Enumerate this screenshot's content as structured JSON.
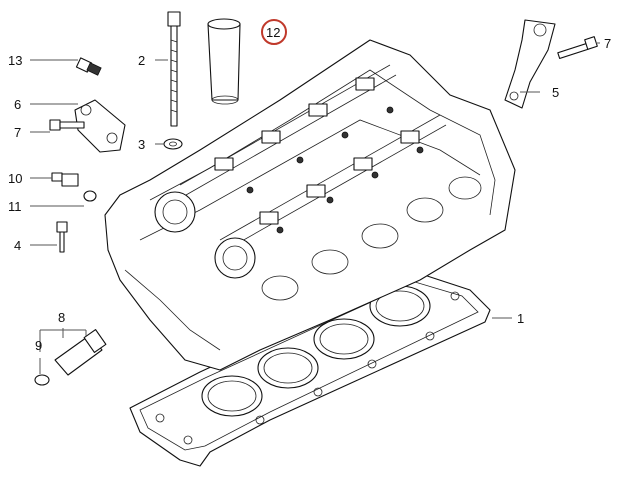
{
  "callouts": {
    "n1": "1",
    "n2": "2",
    "n3": "3",
    "n4": "4",
    "n5": "5",
    "n6": "6",
    "n7a": "7",
    "n7b": "7",
    "n8": "8",
    "n9": "9",
    "n10": "10",
    "n11": "11",
    "n12": "12",
    "n13": "13"
  },
  "colors": {
    "highlight": "#c0392b",
    "line": "#111111"
  }
}
